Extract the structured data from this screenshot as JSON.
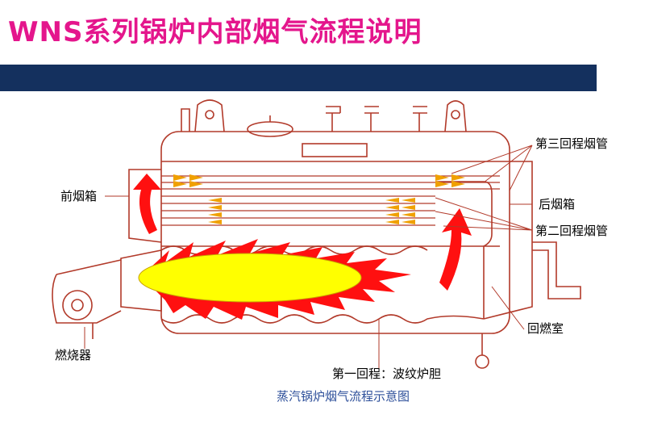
{
  "title": "WNS系列锅炉内部烟气流程说明",
  "labels": {
    "front_box": "前烟箱",
    "third_pass_tubes": "第三回程烟管",
    "rear_box": "后烟箱",
    "second_pass_tubes": "第二回程烟管",
    "combustion_chamber": "回燃室",
    "burner": "燃烧器",
    "first_pass": "第一回程：波纹炉胆"
  },
  "caption": "蒸汽锅炉烟气流程示意图",
  "colors": {
    "title": "#e4168c",
    "header_bar": "#14305e",
    "outline": "#b23a2a",
    "flame": "#ff1010",
    "flame_core": "#ffff00",
    "caption": "#2d4f9a"
  }
}
